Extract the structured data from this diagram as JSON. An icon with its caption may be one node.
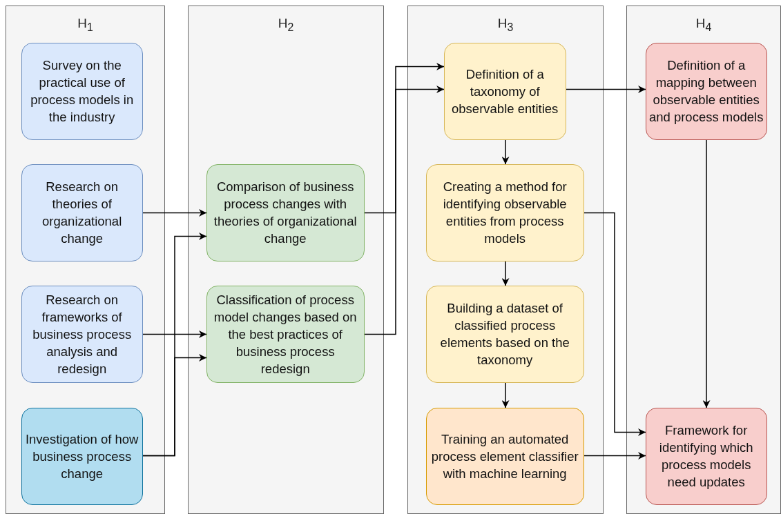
{
  "diagram": {
    "nodes": [
      {
        "text": [
          "H$_{1}$"
        ]
      },
      {
        "text": [
          "H$_{2}$"
        ]
      },
      {
        "text": [
          "H$_{3}$"
        ]
      },
      {
        "text": [
          "H$_{4}$"
        ]
      },
      {
        "text": [
          "Survey on the practical use of process models in the industry"
        ],
        "in": 0
      },
      {
        "text": [
          "Research on theories of organizational change"
        ],
        "in": 0
      },
      {
        "text": [
          "Research on frameworks of business process analysis and redesign"
        ],
        "in": 0
      },
      {
        "text": [
          "Investigation of how business process change"
        ],
        "in": 0
      },
      {
        "text": [
          "Comparison of business process changes with theories of organizational change"
        ],
        "in": 1
      },
      {
        "text": [
          "Classification of process model changes based on the best practices of business process redesign"
        ],
        "in": 1
      },
      {
        "text": [
          "Definition of a taxonomy of observable entities"
        ],
        "in": 2
      },
      {
        "text": [
          "Creating a method for identifying observable entities from process models"
        ],
        "in": 2
      },
      {
        "text": [
          "Building a dataset of classified process elements based on the taxonomy"
        ],
        "in": 2
      },
      {
        "text": [
          "Training an automated process element classifier with machine learning"
        ],
        "in": 2
      },
      {
        "text": [
          "Definition of a mapping between observable entities and process models"
        ],
        "in": 3
      },
      {
        "text": [
          "Framework for identifying which process models need updates"
        ],
        "in": 3
      }
    ],
    "edges": [
      {
        "from": 5,
        "to": 8,
        "arrow": "to"
      },
      {
        "from": 7,
        "to": 8,
        "arrow": "to"
      },
      {
        "from": 6,
        "to": 9,
        "arrow": "to"
      },
      {
        "from": 7,
        "to": 9,
        "arrow": "to"
      },
      {
        "from": 8,
        "to": 10,
        "arrow": "to"
      },
      {
        "from": 9,
        "to": 10,
        "arrow": "to"
      },
      {
        "from": 10,
        "to": 14,
        "arrow": "to"
      },
      {
        "from": 10,
        "to": 11,
        "arrow": "to"
      },
      {
        "from": 11,
        "to": 12,
        "arrow": "to"
      },
      {
        "from": 12,
        "to": 13,
        "arrow": "to"
      },
      {
        "from": 11,
        "to": 15,
        "arrow": "to"
      },
      {
        "from": 13,
        "to": 15,
        "arrow": "to"
      },
      {
        "from": 14,
        "to": 15,
        "arrow": "to"
      }
    ]
  }
}
